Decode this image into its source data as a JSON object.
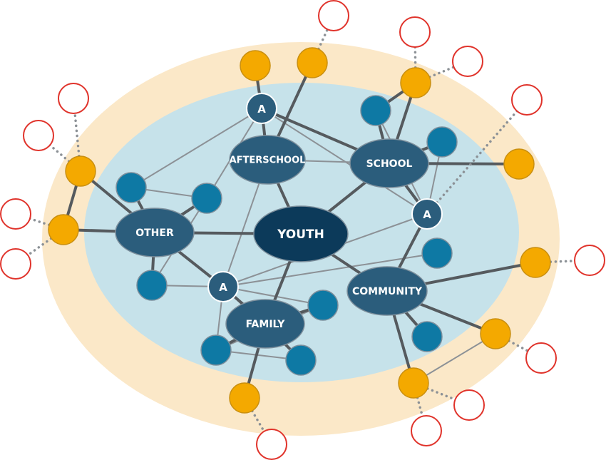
{
  "colors": {
    "outer_ring": "#fbe8c8",
    "inner_ring": "#c6e2ea",
    "hub": "#0c3a5a",
    "context": "#2b5d7c",
    "actor": "#0e79a4",
    "external": "#f4a900",
    "potential_stroke": "#e0332b",
    "strong_tie": "#555a5e",
    "weak_tie": "#8c9196",
    "dotted_tie": "#8c9196"
  },
  "labels": {
    "youth": "YOUTH",
    "afterschool": "AFTERSCHOOL",
    "school": "SCHOOL",
    "other": "OTHER",
    "community": "COMMUNITY",
    "family": "FAMILY",
    "adult": "A"
  }
}
